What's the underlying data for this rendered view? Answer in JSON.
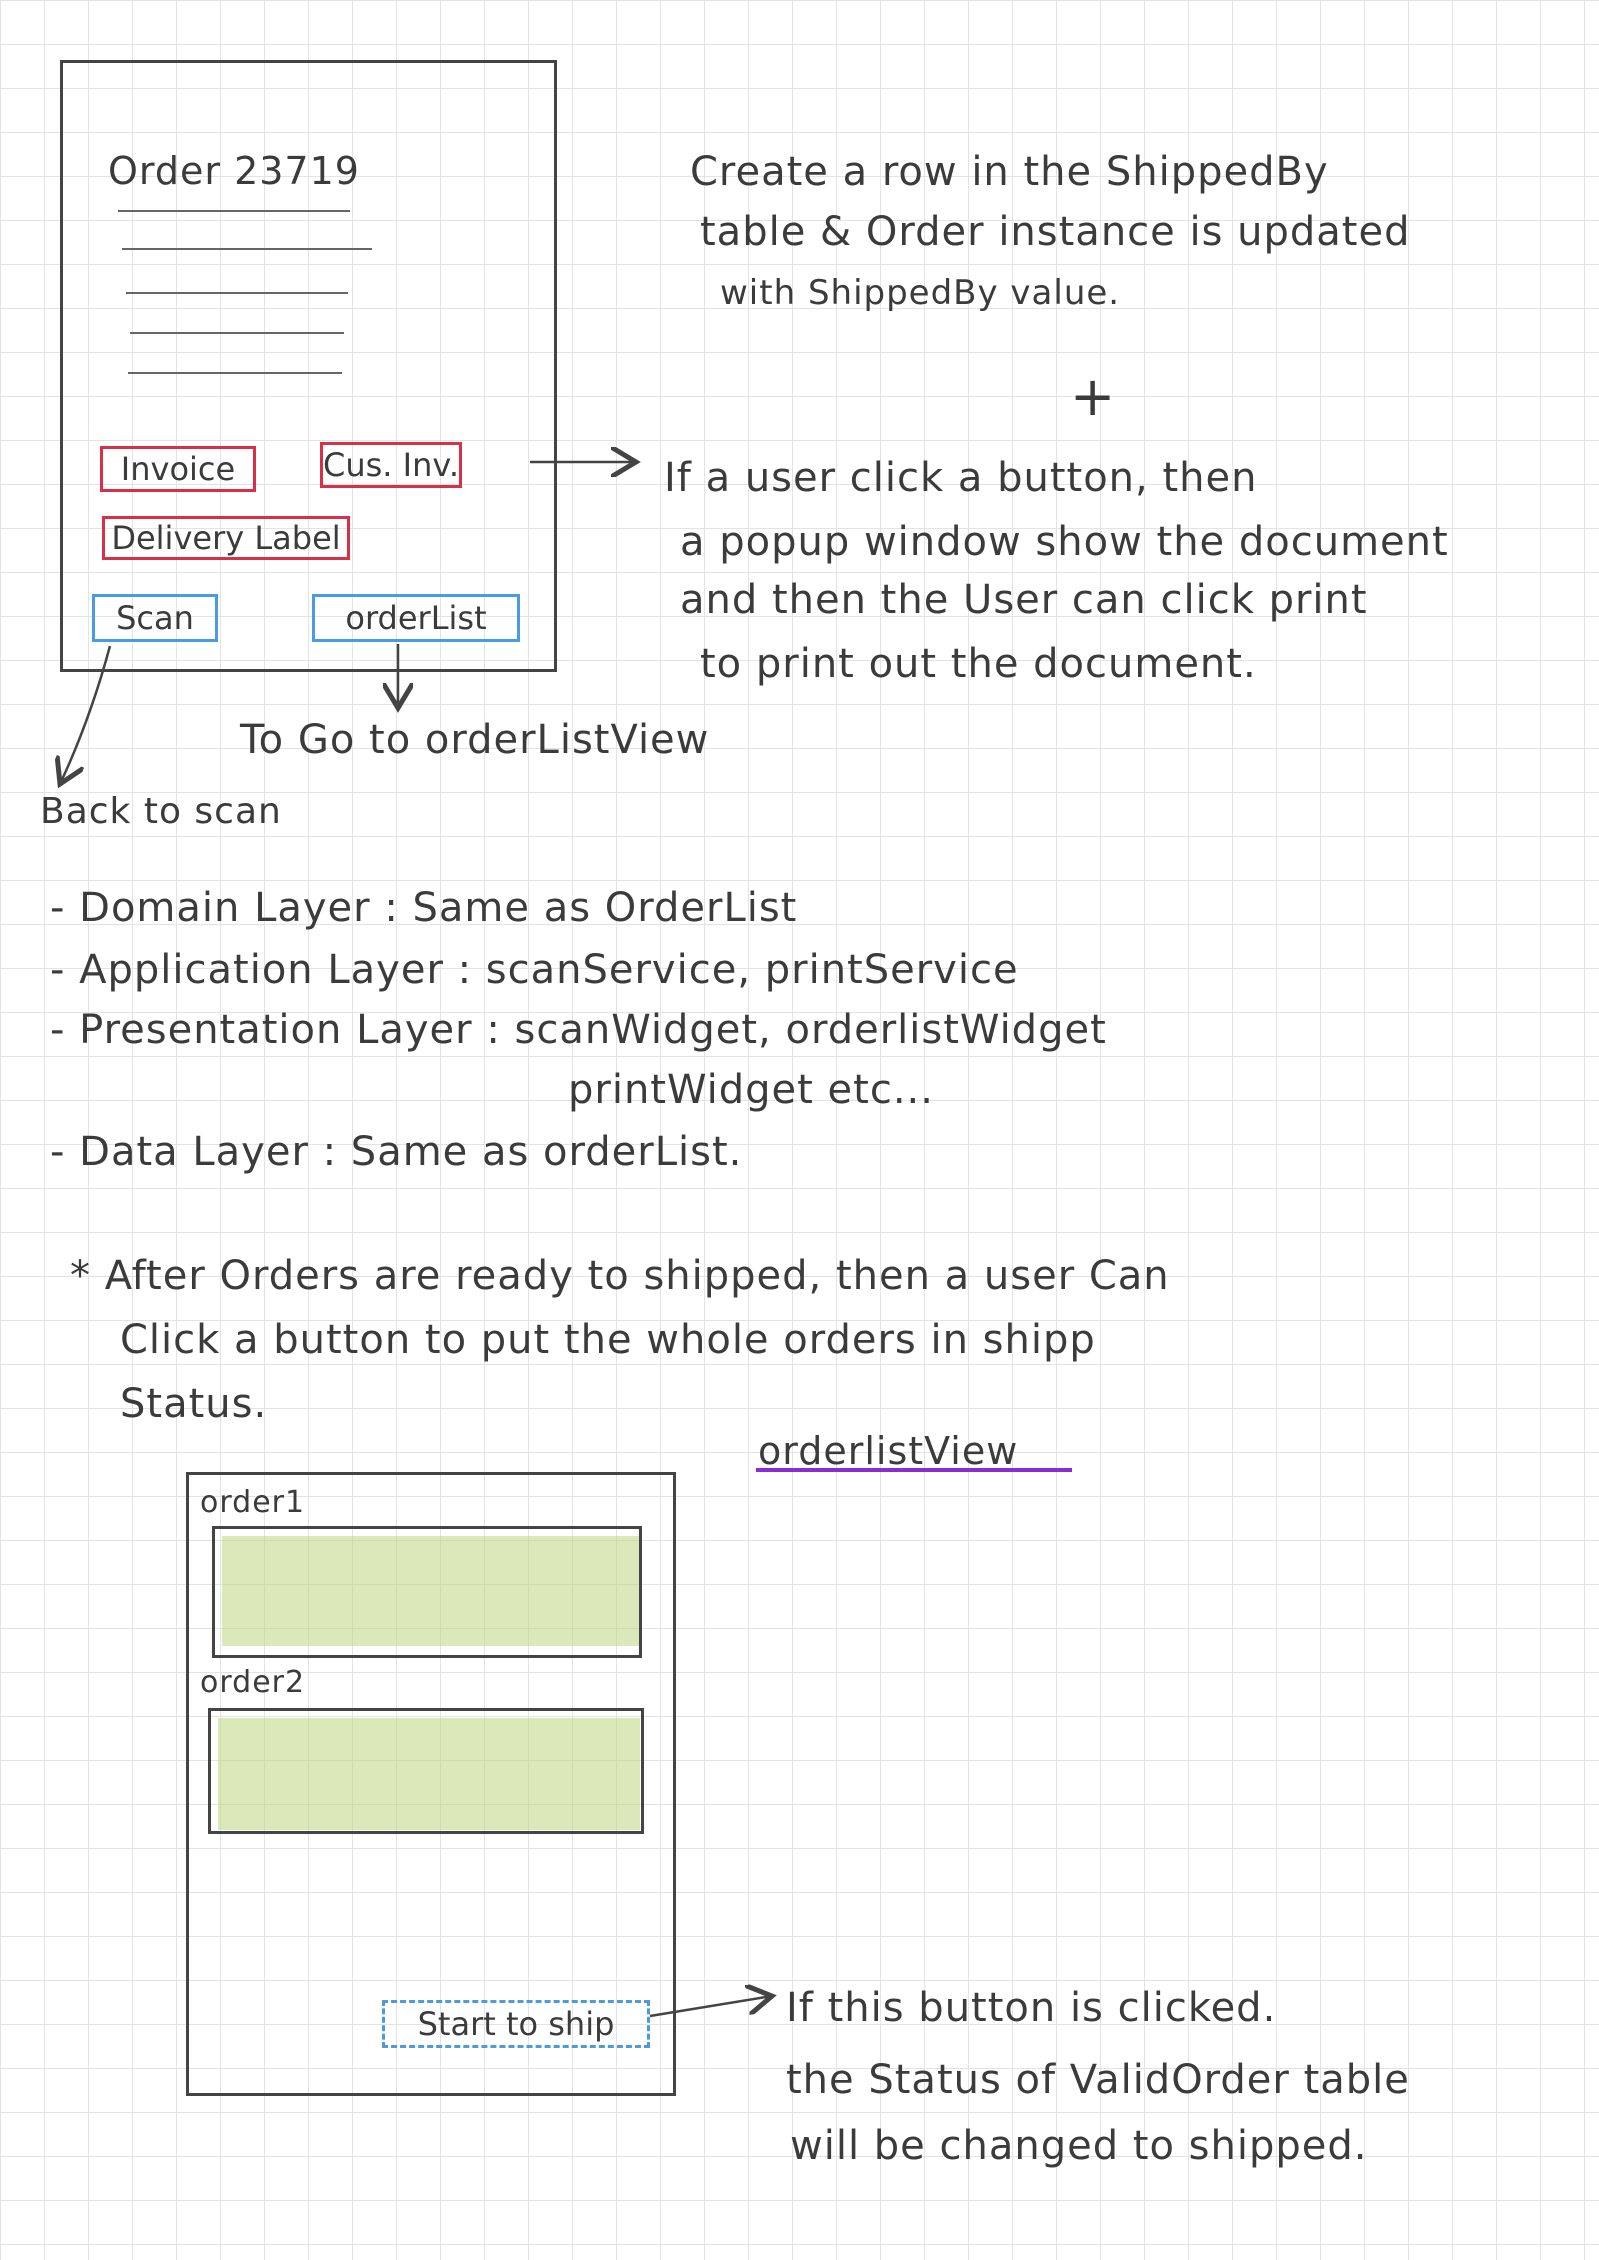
{
  "mockup1": {
    "order_title": "Order 23719",
    "buttons": {
      "invoice": "Invoice",
      "cus_inv": "Cus. Inv.",
      "delivery_label": "Delivery Label",
      "scan": "Scan",
      "orderlist": "orderList"
    }
  },
  "notes": {
    "shipped_by": [
      "Create a row in the ShippedBy",
      "table & Order instance is updated",
      "with ShippedBy value."
    ],
    "plus": "+",
    "popup": [
      "If a user click a button, then",
      "a popup window show the document",
      "and then the User can click print",
      "to print out the document."
    ],
    "to_orderlist": "To Go to orderListView",
    "back_to_scan": "Back to scan",
    "layers": [
      "- Domain Layer : Same as OrderList",
      "- Application Layer : scanService, printService",
      "- Presentation Layer : scanWidget, orderlistWidget",
      "printWidget  etc...",
      "- Data Layer : Same as orderList."
    ],
    "after_orders": [
      "* After Orders are ready to shipped, then a user Can",
      "Click a button to put the whole orders in shipp",
      "Status."
    ]
  },
  "mockup2": {
    "view_title": "orderlistView",
    "order1": "order1",
    "order2": "order2",
    "start_button": "Start to ship",
    "click_note": [
      "If this button is clicked.",
      "the Status of ValidOrder table",
      "will be changed to shipped."
    ]
  },
  "colors": {
    "red": "#d9304a",
    "blue": "#4a9be0",
    "purple": "#8a2bd6",
    "green_fill": "#bed682"
  }
}
